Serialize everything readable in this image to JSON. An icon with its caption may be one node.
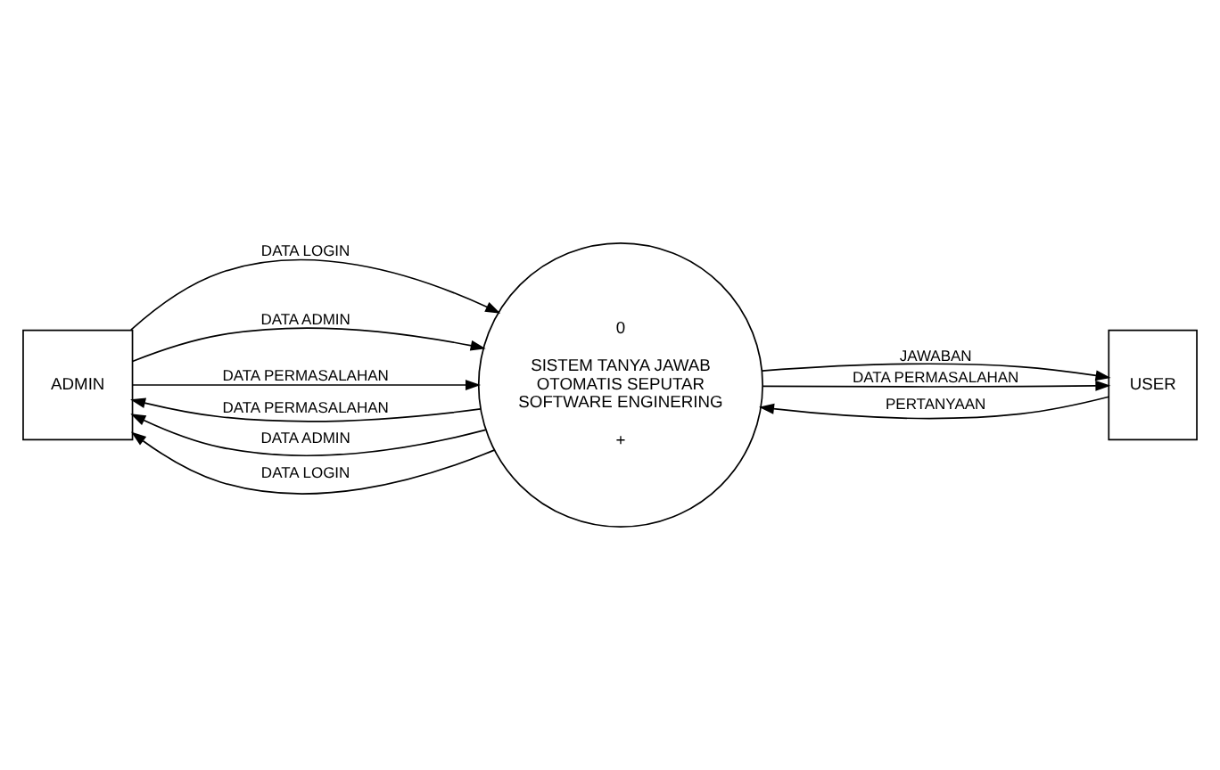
{
  "diagram": {
    "nodes": [
      {
        "text": [
          "ADMIN"
        ]
      },
      {
        "text": [
          "0",
          "SISTEM TANYA JAWAB OTOMATIS SEPUTAR SOFTWARE ENGINERING",
          "+"
        ]
      },
      {
        "text": [
          "USER"
        ]
      }
    ],
    "edges": [
      {
        "from": 1,
        "to": 0,
        "label": "DATA PERMASALAHAN",
        "arrow": "to"
      },
      {
        "from": 1,
        "to": 0,
        "label": "DATA ADMIN",
        "arrow": "to"
      },
      {
        "from": 0,
        "to": 1,
        "label": "DATA LOGIN",
        "arrow": "to"
      },
      {
        "from": 1,
        "to": 0,
        "label": "DATA LOGIN",
        "arrow": "to"
      },
      {
        "from": 0,
        "to": 1,
        "label": "DATA ADMIN",
        "arrow": "to"
      },
      {
        "from": 0,
        "to": 1,
        "label": "DATA PERMASALAHAN",
        "arrow": "to"
      },
      {
        "from": 1,
        "to": 2,
        "label": "JAWABAN",
        "arrow": "to"
      },
      {
        "from": 1,
        "to": 2,
        "label": "DATA PERMASALAHAN",
        "arrow": "to"
      },
      {
        "from": 2,
        "to": 1,
        "label": "PERTANYAAN",
        "arrow": "to"
      }
    ]
  }
}
